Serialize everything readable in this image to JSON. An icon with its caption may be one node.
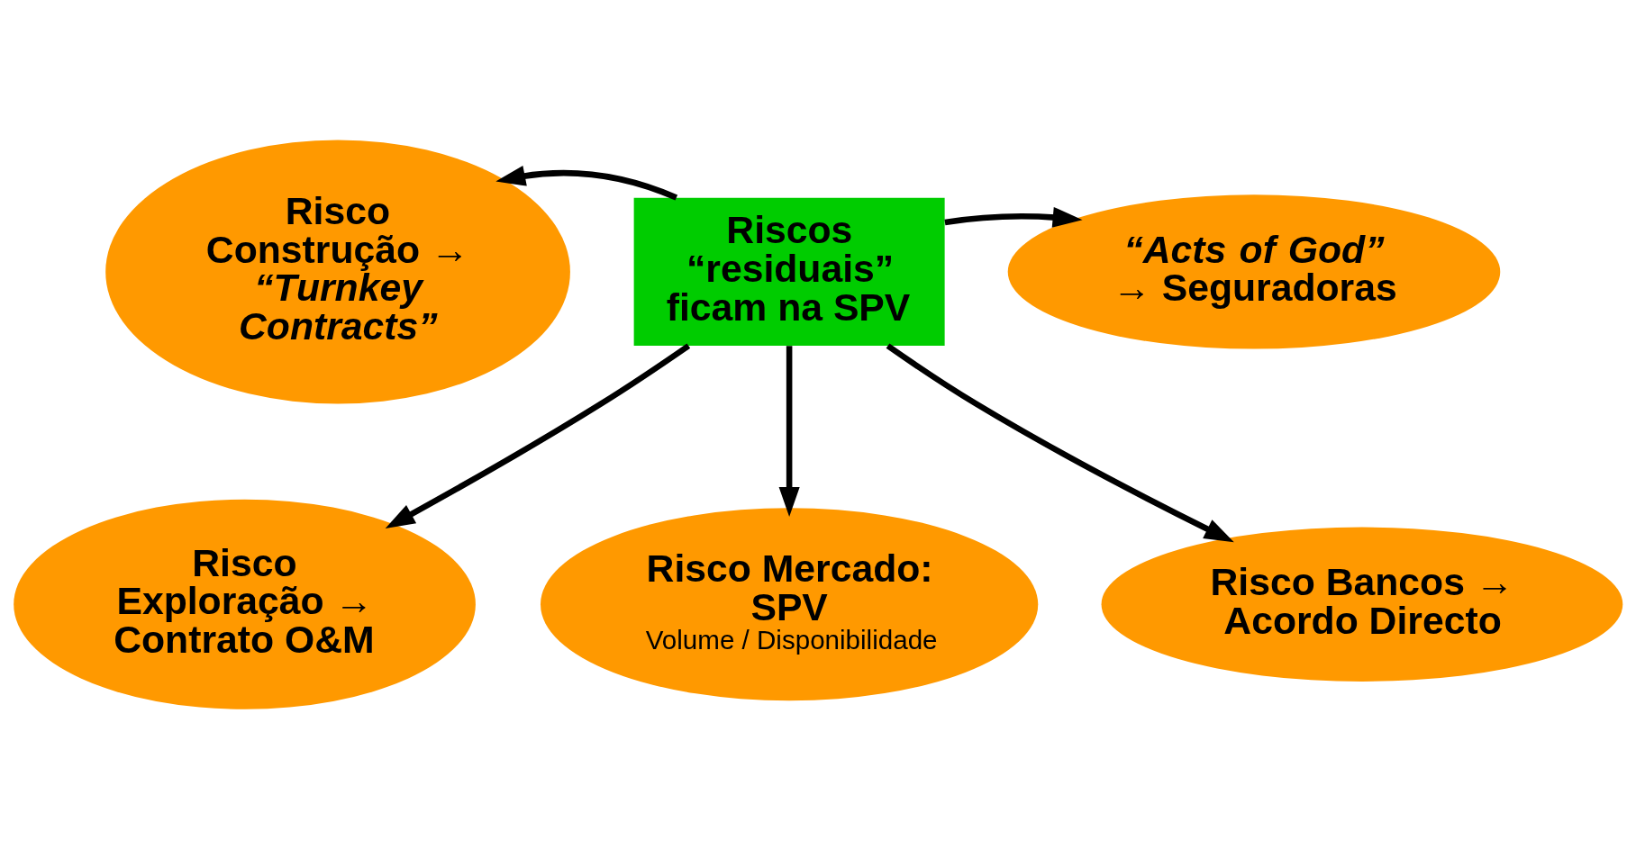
{
  "diagram": {
    "nodes": [
      {
        "text": [
          "Riscos “residuais” ficam na SPV"
        ]
      },
      {
        "text": [
          "Risco Construção → *“Turnkey Contracts”*"
        ]
      },
      {
        "text": [
          "*“Acts of God”* → Seguradoras"
        ]
      },
      {
        "text": [
          "Risco Exploração → Contrato O&M"
        ]
      },
      {
        "text": [
          "Risco Mercado: SPV",
          "Volume / Disponibilidade"
        ]
      },
      {
        "text": [
          "Risco Bancos → Acordo Directo"
        ]
      }
    ],
    "edges": [
      {
        "from": 0,
        "to": 1,
        "arrow": "to"
      },
      {
        "from": 0,
        "to": 2,
        "arrow": "to"
      },
      {
        "from": 0,
        "to": 3,
        "arrow": "to"
      },
      {
        "from": 0,
        "to": 4,
        "arrow": "to"
      },
      {
        "from": 0,
        "to": 5,
        "arrow": "to"
      }
    ]
  }
}
